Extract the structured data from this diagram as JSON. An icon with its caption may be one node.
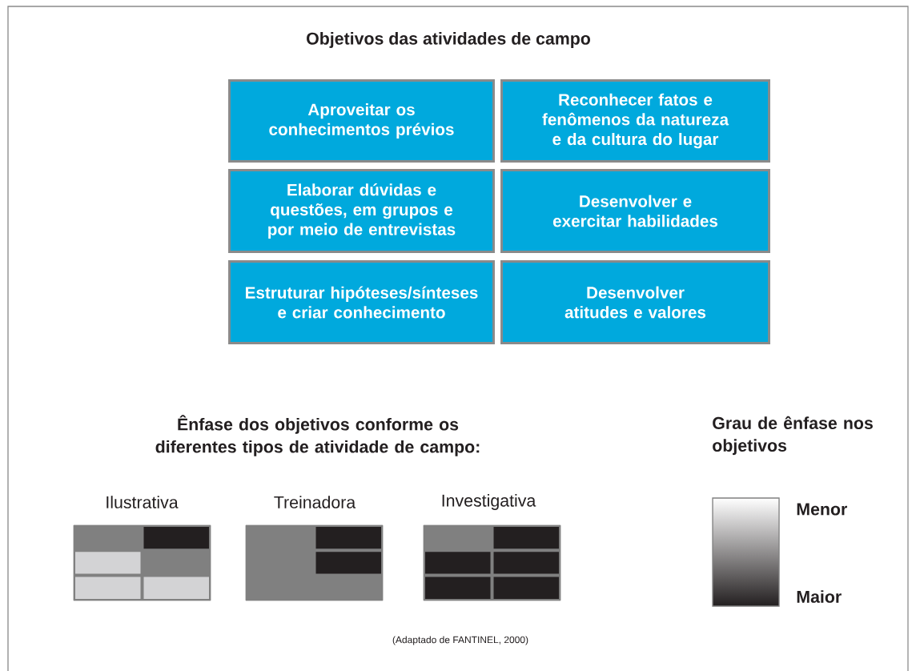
{
  "diagram": {
    "title": "Objetivos das atividades de campo",
    "nodes": [
      {
        "text": [
          "Aproveitar os conhecimentos prévios"
        ]
      },
      {
        "text": [
          "Reconhecer fatos e fenômenos da natureza e da cultura do lugar"
        ]
      },
      {
        "text": [
          "Elaborar dúvidas e questões, em grupos e por meio de entrevistas"
        ]
      },
      {
        "text": [
          "Desenvolver e exercitar habilidades"
        ]
      },
      {
        "text": [
          "Estruturar hipóteses/sínteses e criar conhecimento"
        ]
      },
      {
        "text": [
          "Desenvolver atitudes e valores"
        ]
      }
    ],
    "labels": [
      "Ênfase dos objetivos conforme os diferentes tipos de atividade de campo:",
      "Ilustrativa",
      "Treinadora",
      "Investigativa",
      "Grau de ênfase nos objetivos",
      "Menor",
      "Maior"
    ],
    "caption": "(Adaptado de FANTINEL, 2000)"
  }
}
